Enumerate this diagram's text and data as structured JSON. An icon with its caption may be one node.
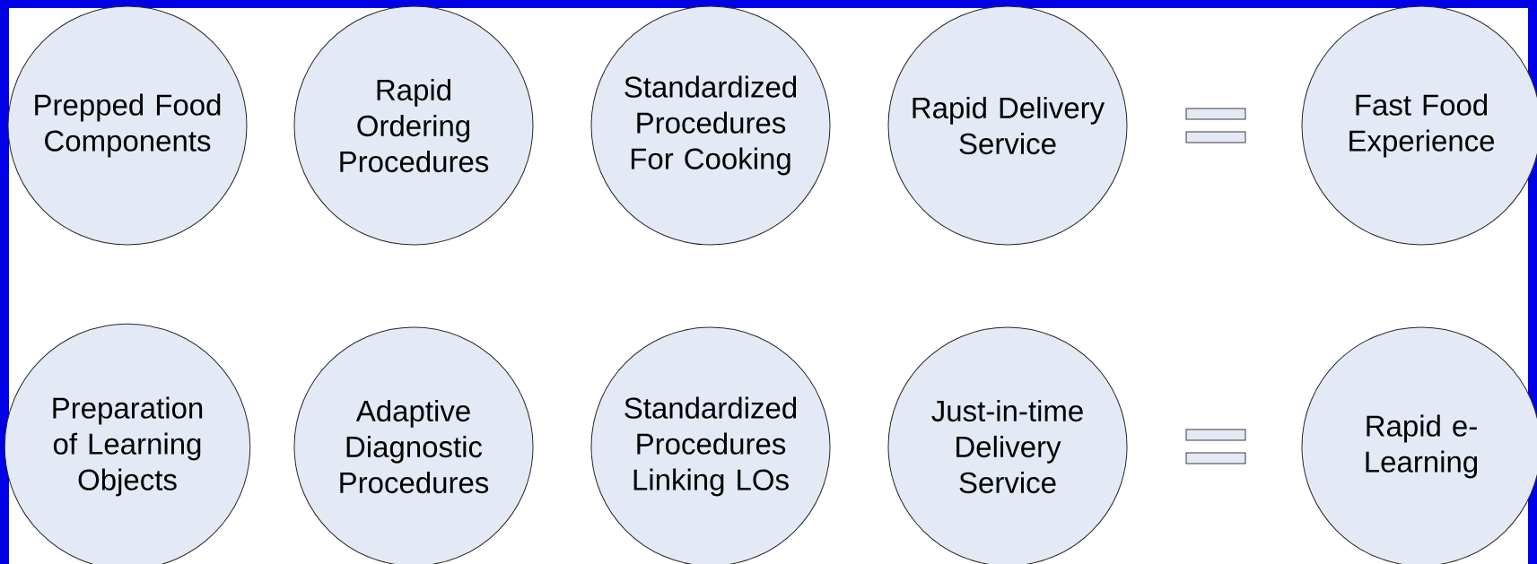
{
  "diagram": {
    "nodes": [
      {
        "text": [
          "Prepped Food Components"
        ]
      },
      {
        "text": [
          "Rapid Ordering Procedures"
        ]
      },
      {
        "text": [
          "Standardized Procedures For Cooking"
        ]
      },
      {
        "text": [
          "Rapid Delivery Service"
        ]
      },
      {
        "text": [
          "Fast Food Experience"
        ]
      },
      {
        "text": [
          "Preparation of Learning Objects"
        ]
      },
      {
        "text": [
          "Adaptive Diagnostic Procedures"
        ]
      },
      {
        "text": [
          "Standardized Procedures Linking LOs"
        ]
      },
      {
        "text": [
          "Just-in-time Delivery Service"
        ]
      },
      {
        "text": [
          "Rapid e-Learning"
        ]
      }
    ]
  }
}
